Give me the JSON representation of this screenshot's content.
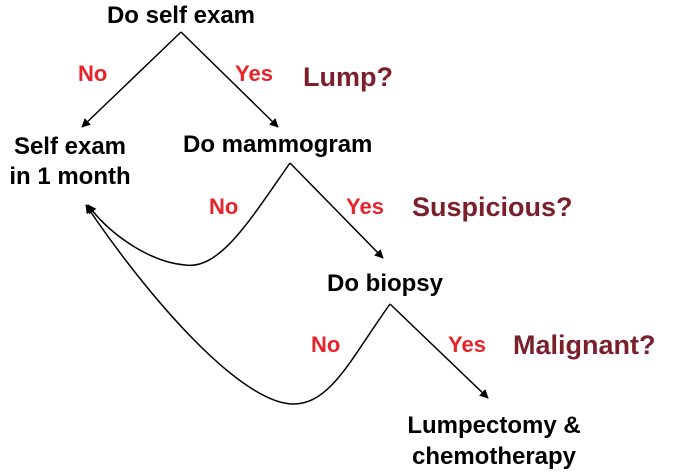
{
  "colors": {
    "node_text": "#000000",
    "branch_label": "#e8232a",
    "question": "#7b1f2a",
    "edge": "#000000"
  },
  "nodes": {
    "self_exam": "Do self exam",
    "self_exam_month": {
      "line1": "Self exam",
      "line2": "in 1 month"
    },
    "mammogram": "Do mammogram",
    "biopsy": "Do biopsy",
    "treatment": {
      "line1": "Lumpectomy &",
      "line2": "chemotherapy"
    }
  },
  "branches": {
    "no": "No",
    "yes": "Yes"
  },
  "questions": {
    "lump": "Lump?",
    "suspicious": "Suspicious?",
    "malignant": "Malignant?"
  }
}
